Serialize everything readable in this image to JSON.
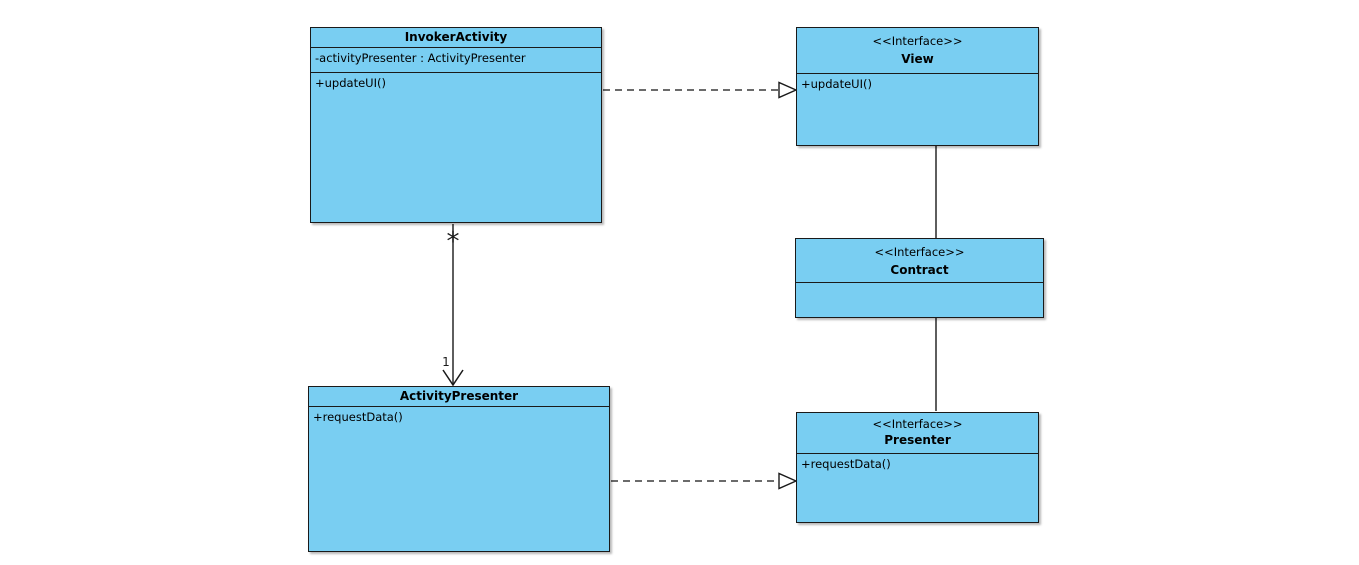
{
  "colors": {
    "node_fill": "#79CEF2",
    "node_border": "#1a1a1a",
    "connector": "#3a3a3a",
    "background": "#ffffff"
  },
  "nodes": {
    "invoker_activity": {
      "name": "InvokerActivity",
      "attributes": [
        "-activityPresenter : ActivityPresenter"
      ],
      "methods": [
        "+updateUI()"
      ]
    },
    "view": {
      "stereotype": "<<Interface>>",
      "name": "View",
      "methods": [
        "+updateUI()"
      ]
    },
    "contract": {
      "stereotype": "<<Interface>>",
      "name": "Contract",
      "methods": []
    },
    "activity_presenter": {
      "name": "ActivityPresenter",
      "methods": [
        "+requestData()"
      ]
    },
    "presenter": {
      "stereotype": "<<Interface>>",
      "name": "Presenter",
      "methods": [
        "+requestData()"
      ]
    }
  },
  "relations": {
    "invoker_realizes_view": {
      "type": "realization",
      "from": "InvokerActivity",
      "to": "View"
    },
    "view_to_contract": {
      "type": "association",
      "from": "View",
      "to": "Contract"
    },
    "contract_to_presenter": {
      "type": "association",
      "from": "Contract",
      "to": "Presenter"
    },
    "activitypresenter_realizes_presenter": {
      "type": "realization",
      "from": "ActivityPresenter",
      "to": "Presenter"
    },
    "invoker_to_activity_presenter": {
      "type": "directed-association",
      "from": "InvokerActivity",
      "to": "ActivityPresenter",
      "source_multiplicity": "*",
      "target_multiplicity": "1"
    }
  }
}
